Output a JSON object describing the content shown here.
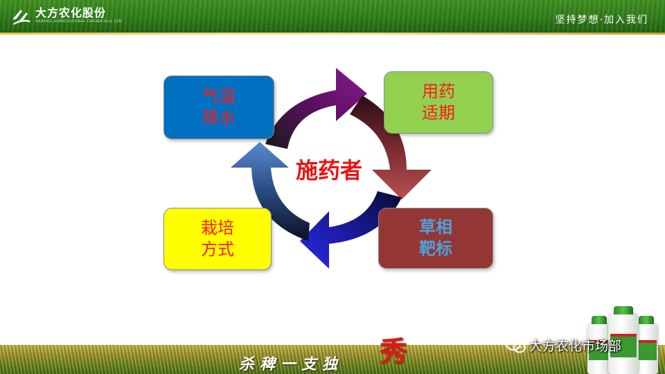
{
  "header": {
    "brand_cn": "大方农化股份",
    "brand_en": "DAFANG AGRICULTURAL CHEMICALS, LTD",
    "slogan": "坚持梦想·加入我们",
    "logo_icon": "dafang-logo-icon"
  },
  "diagram": {
    "center_label": "施药者",
    "boxes": [
      {
        "text": "气温\n降水",
        "bg": "#0070c0",
        "color": "#ff1a1a"
      },
      {
        "text": "用药\n适期",
        "bg": "#92d050",
        "color": "#ff1a1a"
      },
      {
        "text": "草相\n靶标",
        "bg": "#943634",
        "color": "#4aa3d8"
      },
      {
        "text": "栽培\n方式",
        "bg": "#ffff00",
        "color": "#ff1a1a"
      }
    ],
    "arrow_colors": [
      "#6a0f6f",
      "#8a2a32",
      "#2a2ad8",
      "#3a6aa8"
    ]
  },
  "footer": {
    "slogan": "杀稗一支独",
    "slogan_accent": "秀"
  },
  "watermark": {
    "text": "大方农化市场部",
    "icon": "wechat-icon"
  }
}
